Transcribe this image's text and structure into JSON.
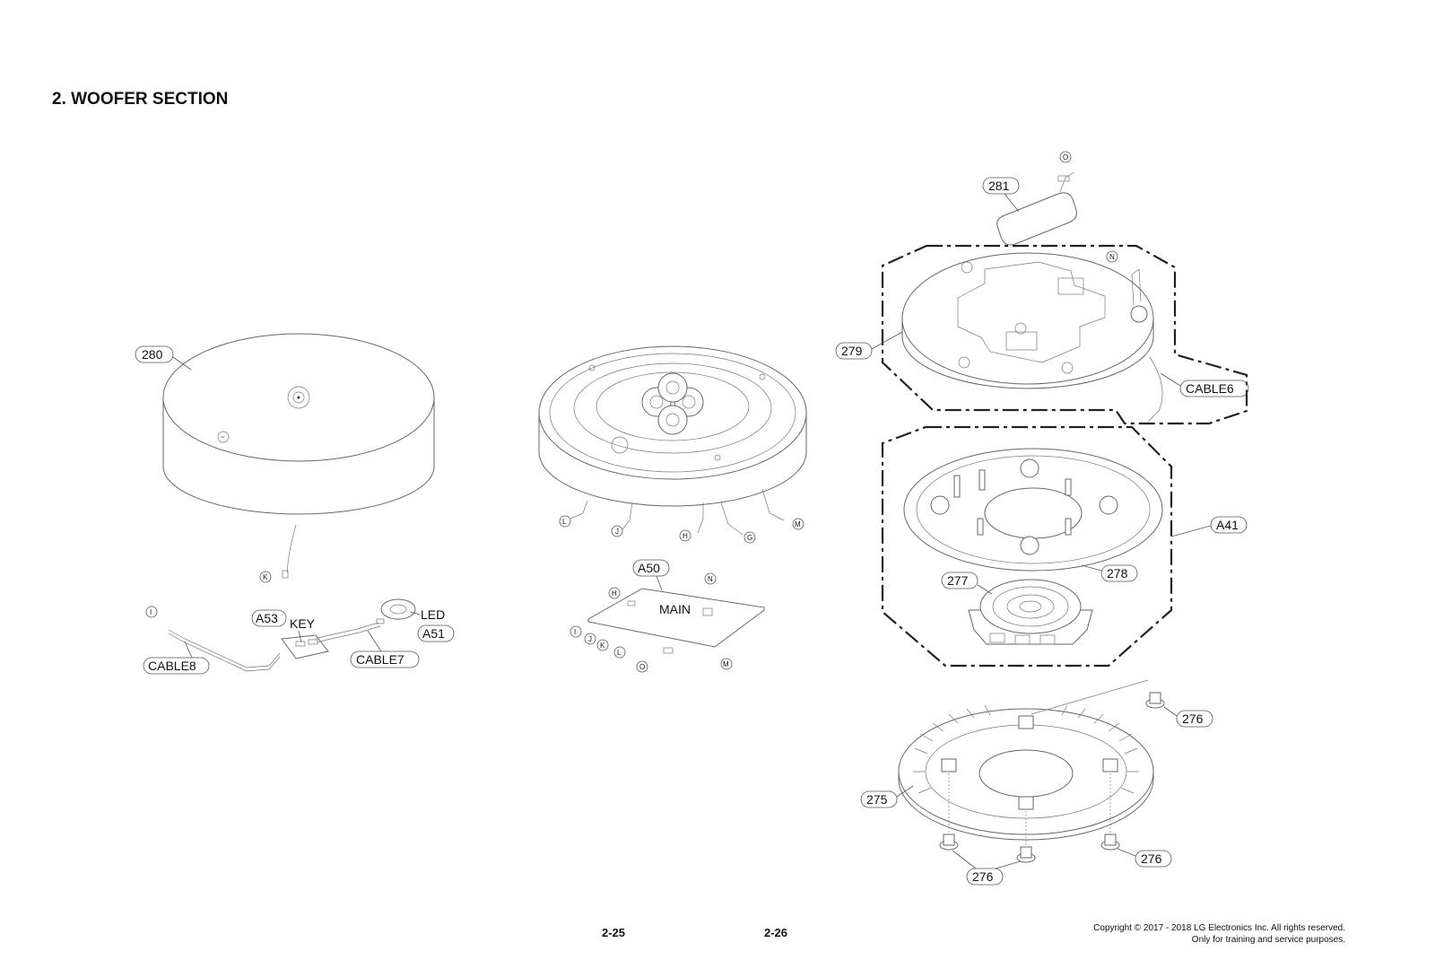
{
  "section_title": "2. WOOFER SECTION",
  "labels": {
    "p280": "280",
    "p281": "281",
    "p279": "279",
    "cable6": "CABLE6",
    "a41": "A41",
    "p278": "278",
    "p277": "277",
    "p276a": "276",
    "p276b": "276",
    "p276c": "276",
    "p275": "275",
    "a50": "A50",
    "main": "MAIN",
    "a53": "A53",
    "key": "KEY",
    "led": "LED",
    "a51": "A51",
    "cable8": "CABLE8",
    "cable7": "CABLE7"
  },
  "connectors": {
    "o_top": "O",
    "n_top": "N",
    "k": "K",
    "i": "I",
    "l": "L",
    "j": "J",
    "h": "H",
    "g": "G",
    "m": "M",
    "h2": "H",
    "n2": "N",
    "i2": "I",
    "j2": "J",
    "k2": "K",
    "l2": "L",
    "o2": "O",
    "m2": "M"
  },
  "footer": {
    "page_left": "2-25",
    "page_right": "2-26",
    "copyright_line1": "Copyright © 2017 - 2018 LG Electronics Inc. All rights reserved.",
    "copyright_line2": "Only for training and service purposes."
  }
}
